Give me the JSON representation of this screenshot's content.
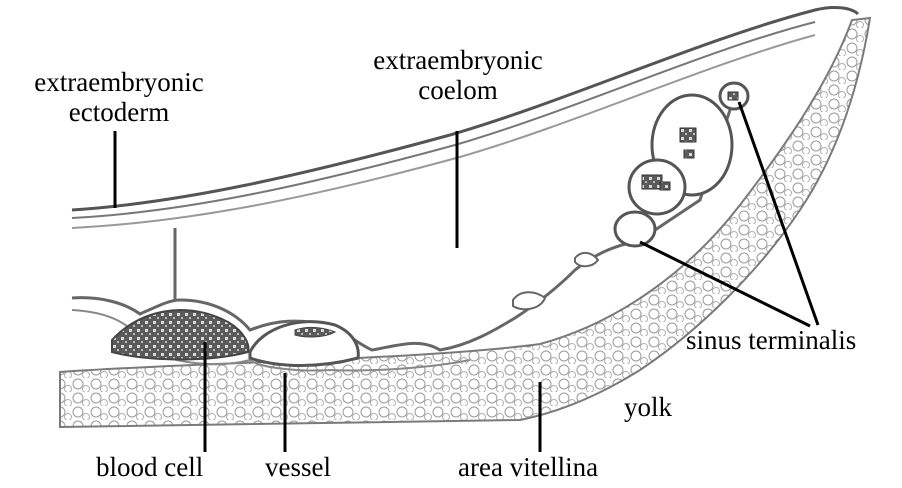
{
  "labels": {
    "ecto_line1": "extraembryonic",
    "ecto_line2": "ectoderm",
    "coelom_line1": "extraembryonic",
    "coelom_line2": "coelom",
    "sinus": "sinus terminalis",
    "yolk": "yolk",
    "blood_cell": "blood cell",
    "vessel": "vessel",
    "area_vitellina": "area vitellina"
  }
}
